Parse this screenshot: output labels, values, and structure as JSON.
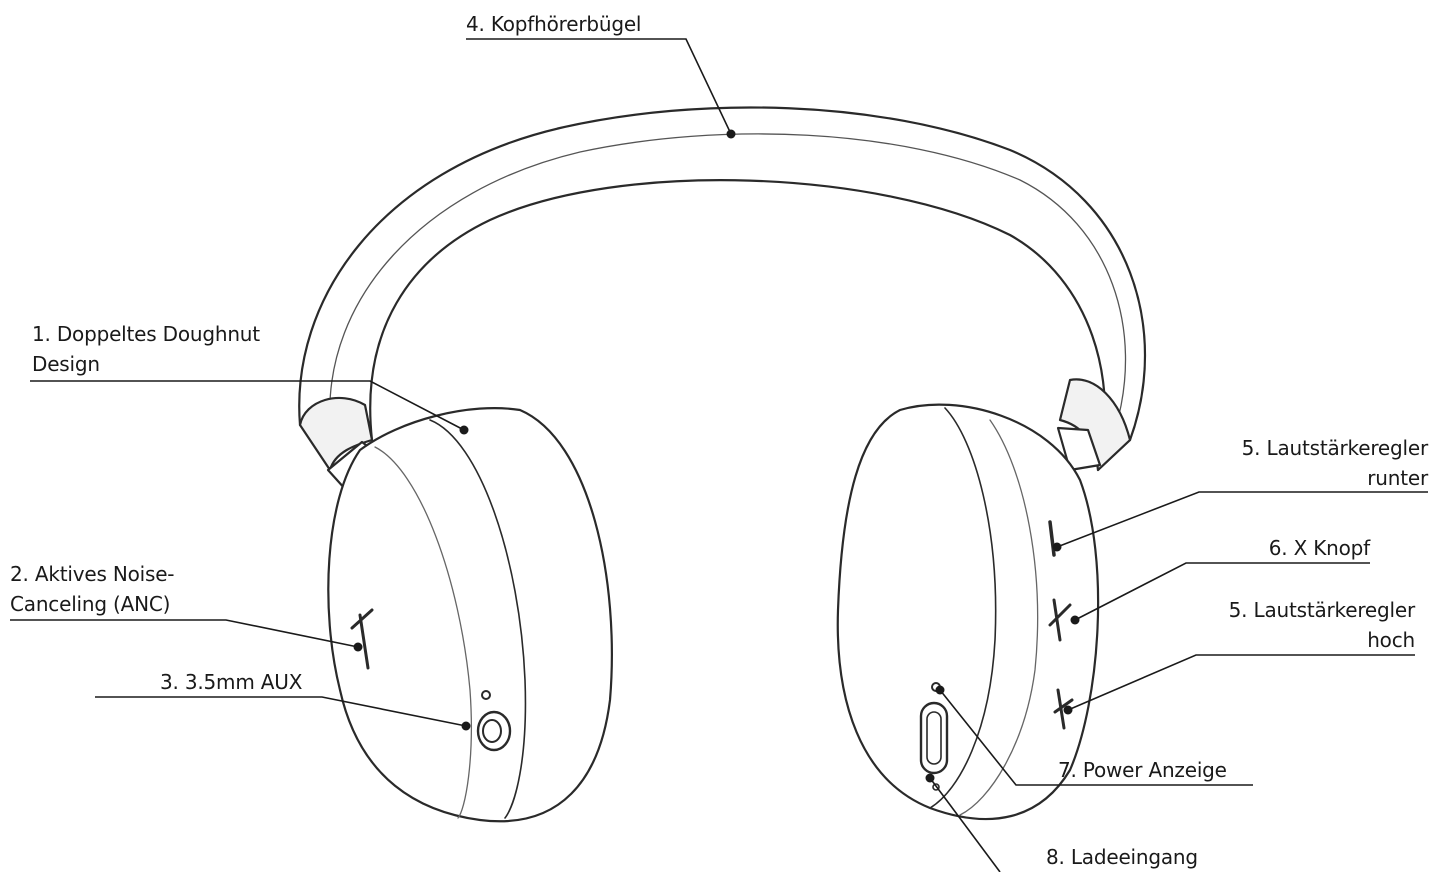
{
  "callouts": {
    "headband": "4. Kopfhörerbügel",
    "double_doughnut_l1": "1. Doppeltes Doughnut",
    "double_doughnut_l2": "Design",
    "anc_l1": "2. Aktives Noise-",
    "anc_l2": "Canceling (ANC)",
    "aux": "3. 3.5mm AUX",
    "volume_down_l1": "5. Lautstärkeregler",
    "volume_down_l2": "runter",
    "x_button": "6. X Knopf",
    "volume_up_l1": "5. Lautstärkeregler",
    "volume_up_l2": "hoch",
    "power_indicator": "7. Power Anzeige",
    "charging_port": "8. Ladeeingang"
  },
  "colors": {
    "ink": "#1a1a1a",
    "fill": "#ffffff",
    "shade": "#f2f2f2"
  }
}
